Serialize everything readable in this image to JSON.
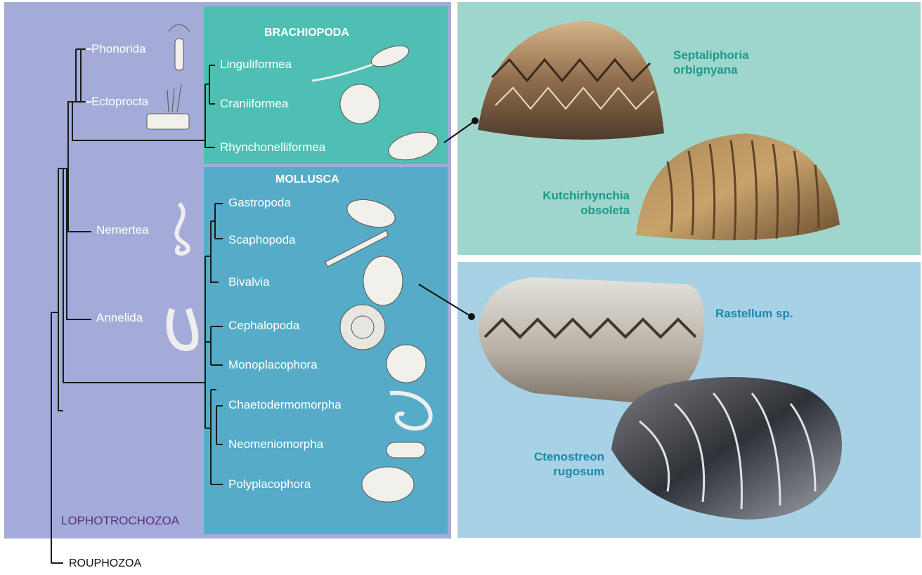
{
  "groups": {
    "lophotrochozoa": "LOPHOTROCHOZOA",
    "rouphozoa": "ROUPHOZOA",
    "brachiopoda": "BRACHIOPODA",
    "mollusca": "MOLLUSCA"
  },
  "taxa": {
    "phonorida": "Phonorida",
    "ectoprocta": "Ectoprocta",
    "nemertea": "Nemertea",
    "annelida": "Annelida",
    "linguliformea": "Linguliformea",
    "craniiformea": "Craniiformea",
    "rhynchonelliformea": "Rhynchonelliformea",
    "gastropoda": "Gastropoda",
    "scaphopoda": "Scaphopoda",
    "bivalvia": "Bivalvia",
    "cephalopoda": "Cephalopoda",
    "monoplacophora": "Monoplacophora",
    "chaetodermomorpha": "Chaetodermomorpha",
    "neomeniomorpha": "Neomeniomorpha",
    "polyplacophora": "Polyplacophora"
  },
  "species": {
    "septaliphoria": [
      "Septaliphoria",
      "orbignyana"
    ],
    "kutchirhynchia": [
      "Kutchirhynchia",
      "obsoleta"
    ],
    "rastellum": [
      "Rastellum sp."
    ],
    "ctenostreon": [
      "Ctenostreon",
      "rugosum"
    ]
  },
  "colors": {
    "lophotrochozoa_bg": "#a4abd8",
    "brachiopoda_bg": "#4fbfb4",
    "mollusca_bg": "#56acc8",
    "brachiopod_photo_bg": "#9fd6cc",
    "mollusc_photo_bg": "#a7d2e5",
    "brachiopod_species_text": "#1a9a87",
    "mollusc_species_text": "#1f86ad",
    "lophotrochozoa_text": "#5a2d82"
  }
}
